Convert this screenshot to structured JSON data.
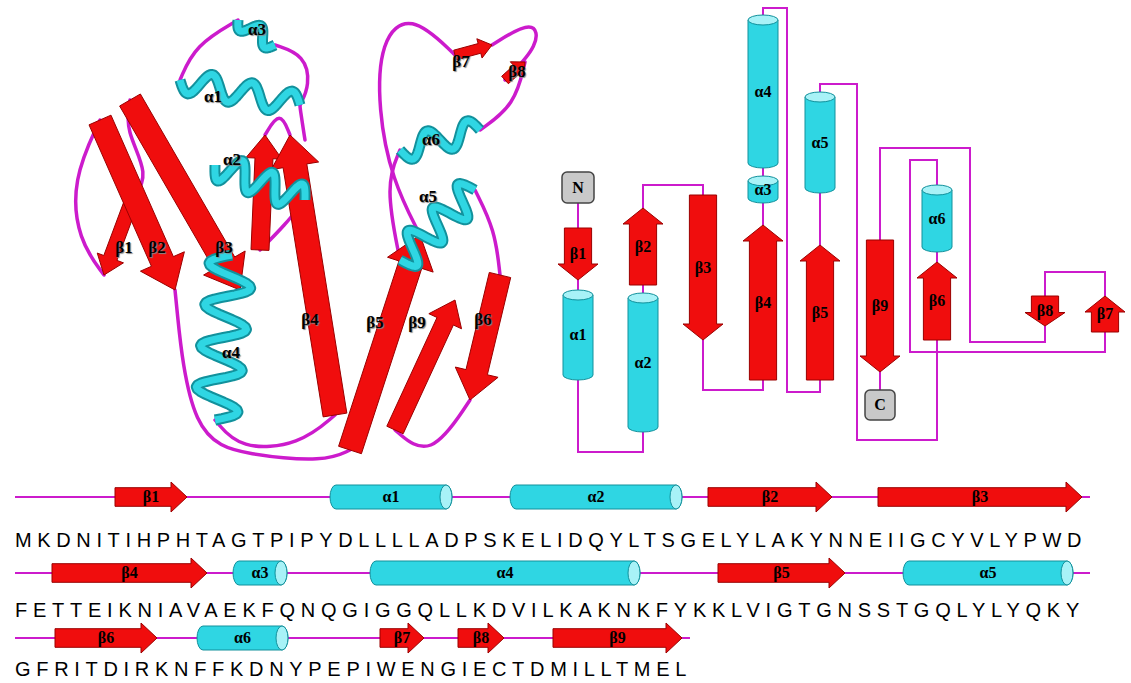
{
  "diagram": {
    "nodes": [
      {
        "text": [
          "N"
        ]
      },
      {
        "text": [
          "β1"
        ]
      },
      {
        "text": [
          "α1"
        ]
      },
      {
        "text": [
          "α2"
        ]
      },
      {
        "text": [
          "β2"
        ]
      },
      {
        "text": [
          "β3"
        ]
      },
      {
        "text": [
          "β4"
        ]
      },
      {
        "text": [
          "α3"
        ]
      },
      {
        "text": [
          "α4"
        ]
      },
      {
        "text": [
          "β5"
        ]
      },
      {
        "text": [
          "α5"
        ]
      },
      {
        "text": [
          "β6"
        ]
      },
      {
        "text": [
          "α6"
        ]
      },
      {
        "text": [
          "β7"
        ]
      },
      {
        "text": [
          "β8"
        ]
      },
      {
        "text": [
          "β9"
        ]
      },
      {
        "text": [
          "C"
        ]
      },
      {
        "text": [
          "β1"
        ]
      },
      {
        "text": [
          "α1"
        ]
      },
      {
        "text": [
          "α2"
        ]
      },
      {
        "text": [
          "β2"
        ]
      },
      {
        "text": [
          "β3"
        ]
      },
      {
        "text": [
          "β4"
        ]
      },
      {
        "text": [
          "α3"
        ]
      },
      {
        "text": [
          "α4"
        ]
      },
      {
        "text": [
          "β5"
        ]
      },
      {
        "text": [
          "α5"
        ]
      },
      {
        "text": [
          "β6"
        ]
      },
      {
        "text": [
          "α6"
        ]
      },
      {
        "text": [
          "β7"
        ]
      },
      {
        "text": [
          "β8"
        ]
      },
      {
        "text": [
          "β9"
        ]
      }
    ],
    "edges": [
      {
        "from": 0,
        "to": 1,
        "arrow": "none"
      },
      {
        "from": 1,
        "to": 2,
        "arrow": "none"
      },
      {
        "from": 2,
        "to": 3,
        "arrow": "none"
      },
      {
        "from": 3,
        "to": 4,
        "arrow": "none"
      },
      {
        "from": 4,
        "to": 5,
        "arrow": "none"
      },
      {
        "from": 5,
        "to": 6,
        "arrow": "none"
      },
      {
        "from": 6,
        "to": 7,
        "arrow": "none"
      },
      {
        "from": 7,
        "to": 8,
        "arrow": "none"
      },
      {
        "from": 8,
        "to": 9,
        "arrow": "none"
      },
      {
        "from": 9,
        "to": 10,
        "arrow": "none"
      },
      {
        "from": 10,
        "to": 11,
        "arrow": "none"
      },
      {
        "from": 11,
        "to": 12,
        "arrow": "none"
      },
      {
        "from": 12,
        "to": 13,
        "arrow": "none"
      },
      {
        "from": 13,
        "to": 14,
        "arrow": "none"
      },
      {
        "from": 14,
        "to": 15,
        "arrow": "none"
      },
      {
        "from": 15,
        "to": 16,
        "arrow": "none"
      }
    ],
    "labels": [
      "α3",
      "α1",
      "α2",
      "β7",
      "β8",
      "α6",
      "α5",
      "β1",
      "β2",
      "β3",
      "α4",
      "β4",
      "β5",
      "β9",
      "β6",
      "MKDNITIHPHTAGTPIPYDLLLLADPSKELIDQYLTSGELYLAKYNNEIIGCYVLYPWD",
      "FETTEIKNIAVAEKFQNQGIGGQLLKDVILKAKNKFYKKLVIGTGNSSTGQLYLYQKY",
      "GFRITDIRKNFFKDNYPEPIWENGIECTDMILLTMEL"
    ]
  }
}
